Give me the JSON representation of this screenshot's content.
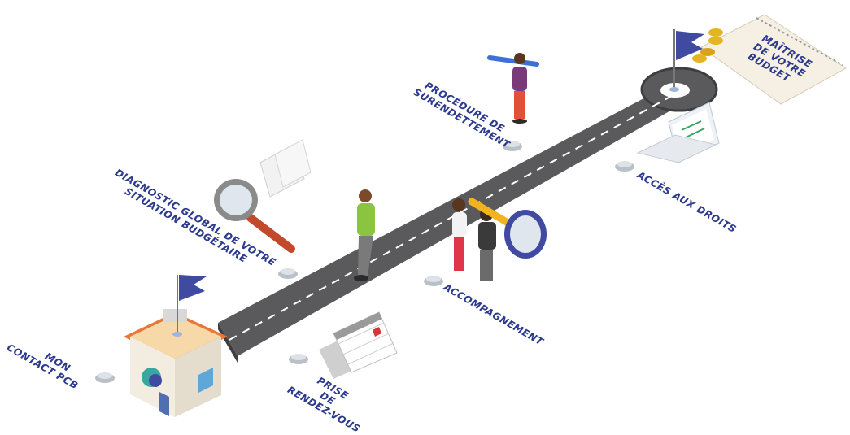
{
  "steps": {
    "contact": {
      "line1": "MON",
      "line2": "CONTACT PCB"
    },
    "rdv": {
      "line1": "PRISE",
      "line2": "DE",
      "line3": "RENDEZ-VOUS"
    },
    "diagnostic": {
      "line1": "DIAGNOSTIC  GLOBAL  DE VOTRE",
      "line2": "SITUATION  BUDGÉTAIRE"
    },
    "accompagnement": {
      "line1": "ACCOMPAGNEMENT"
    },
    "surendettement": {
      "line1": "PROCÉDURE  DE",
      "line2": "SURENDETTEMENT"
    },
    "droits": {
      "line1": "ACCÈS  AUX  DROITS"
    },
    "budget": {
      "line1": "MAÎTRISE",
      "line2": "DE  VOTRE",
      "line3": "BUDGET"
    }
  },
  "colors": {
    "label": "#2b3a8c",
    "road": "#5a5a5c",
    "flag": "#3f4aa0",
    "roof": "#e8773a"
  },
  "icons": [
    "house-icon",
    "flag-icon",
    "calendar-icon",
    "magnifier-icon",
    "document-icon",
    "person-icon",
    "pencil-icon",
    "laptop-icon",
    "notebook-icon",
    "coins-icon"
  ]
}
